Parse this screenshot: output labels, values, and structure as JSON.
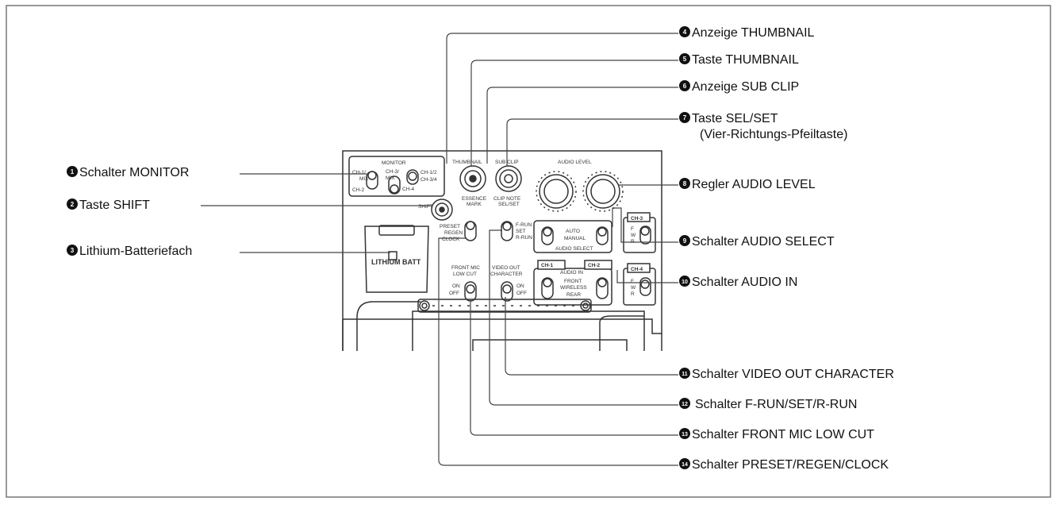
{
  "callouts": [
    {
      "num": "1",
      "text": "Schalter MONITOR"
    },
    {
      "num": "2",
      "text": "Taste SHIFT"
    },
    {
      "num": "3",
      "text": "Lithium-Batteriefach"
    },
    {
      "num": "4",
      "text": "Anzeige THUMBNAIL"
    },
    {
      "num": "5",
      "text": "Taste THUMBNAIL"
    },
    {
      "num": "6",
      "text": "Anzeige SUB CLIP"
    },
    {
      "num": "7",
      "text": "Taste SEL/SET",
      "text2": "(Vier-Richtungs-Pfeiltaste)"
    },
    {
      "num": "8",
      "text": "Regler AUDIO LEVEL"
    },
    {
      "num": "9",
      "text": "Schalter AUDIO SELECT"
    },
    {
      "num": "10",
      "text": "Schalter AUDIO IN"
    },
    {
      "num": "11",
      "text": "Schalter VIDEO OUT CHARACTER"
    },
    {
      "num": "12",
      "text": "Schalter F-RUN/SET/R-RUN"
    },
    {
      "num": "13",
      "text": "Schalter FRONT MIC LOW CUT"
    },
    {
      "num": "14",
      "text": "Schalter PRESET/REGEN/CLOCK"
    }
  ],
  "panel": {
    "monitor": "MONITOR",
    "ch1mix": "CH-1/",
    "ch1mix2": "MIX",
    "ch3mix": "CH-3/",
    "ch3mix2": "MIX",
    "ch1ch2": "CH-1/2",
    "ch3ch4": "CH-3/4",
    "ch2": "CH-2",
    "ch4": "CH-4",
    "thumbnail": "THUMBNAIL",
    "subclip": "SUB CLIP",
    "essence": "ESSENCE",
    "mark": "MARK",
    "clipnote": "CLIP NOTE",
    "selset": "SEL/SET",
    "shift": "SHIFT",
    "audio_level": "AUDIO LEVEL",
    "preset": "PRESET",
    "regen": "REGEN",
    "clock": "CLOCK",
    "frun": "F-RUN",
    "set": "SET",
    "rrun": "R-RUN",
    "auto": "AUTO",
    "manual": "MANUAL",
    "audio_select": "AUDIO SELECT",
    "audio_in": "AUDIO IN",
    "front": "FRONT",
    "wireless": "WIRELESS",
    "rear": "REAR",
    "tab_ch1": "CH-1",
    "tab_ch2": "CH-2",
    "tab_ch3": "CH-3",
    "tab_ch4": "CH-4",
    "fwr_f": "F",
    "fwr_w": "W",
    "fwr_r": "R",
    "frontmic": "FRONT MIC",
    "lowcut": "LOW CUT",
    "videoout": "VIDEO OUT",
    "character": "CHARACTER",
    "on": "ON",
    "off": "OFF",
    "lithium": "LITHIUM BATT"
  }
}
